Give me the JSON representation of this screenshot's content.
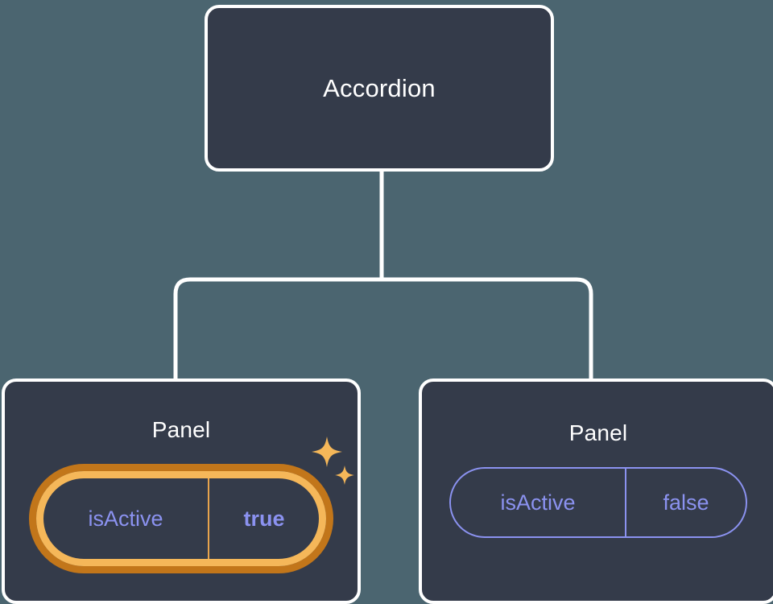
{
  "theme": {
    "page_background": "#4b6570",
    "node_background": "#343b4a",
    "node_border": "#ffffff",
    "node_title_color": "#ffffff",
    "prop_color": "#8b92f0",
    "highlight_outer": "#c2761a",
    "highlight_inner": "#f5b759",
    "sparkle_color": "#f5b759"
  },
  "tree": {
    "root": {
      "label": "Accordion"
    },
    "children": [
      {
        "label": "Panel",
        "prop": {
          "key": "isActive",
          "value": "true"
        },
        "highlighted": true,
        "sparkle_icon": "sparkles-icon"
      },
      {
        "label": "Panel",
        "prop": {
          "key": "isActive",
          "value": "false"
        },
        "highlighted": false
      }
    ]
  }
}
